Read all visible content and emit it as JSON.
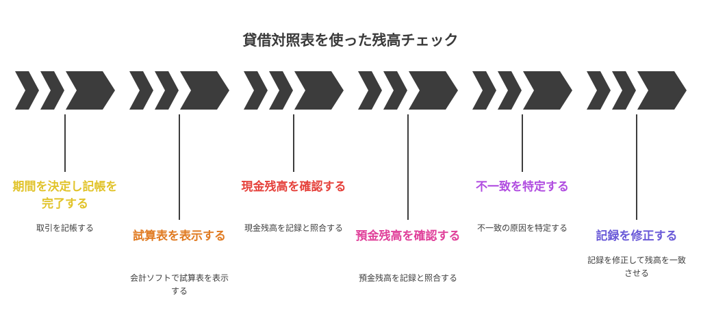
{
  "title": "貸借対照表を使った残高チェック",
  "steps": [
    {
      "title": "期間を決定し記帳を完了する",
      "description": "取引を記帳する",
      "color": "#e1c32a"
    },
    {
      "title": "試算表を表示する",
      "description": "会計ソフトで試算表を表示する",
      "color": "#e07b22"
    },
    {
      "title": "現金残高を確認する",
      "description": "現金残高を記録と照合する",
      "color": "#e5413b"
    },
    {
      "title": "預金残高を確認する",
      "description": "預金残高を記録と照合する",
      "color": "#e0409a"
    },
    {
      "title": "不一致を特定する",
      "description": "不一致の原因を特定する",
      "color": "#b04ce0"
    },
    {
      "title": "記録を修正する",
      "description": "記録を修正して残高を一致させる",
      "color": "#6a5ad8"
    }
  ],
  "colors": {
    "chevron": "#3c3c3c",
    "connector": "#3c3c3c",
    "title_text": "#3a3a3a",
    "body_text": "#3c3c3c"
  },
  "icons": [
    "chevron-arrow-icon"
  ]
}
